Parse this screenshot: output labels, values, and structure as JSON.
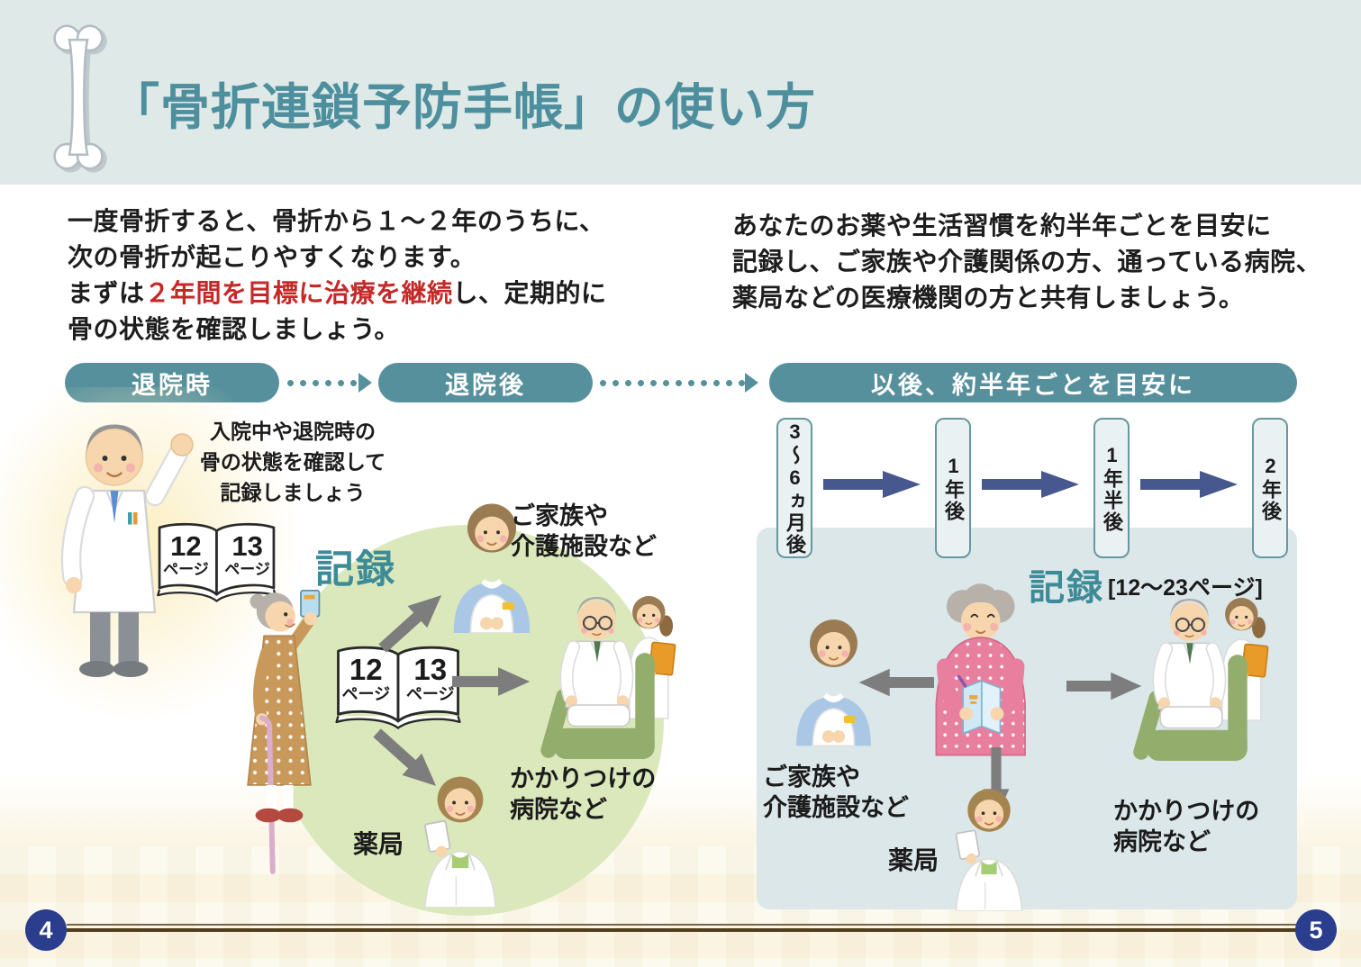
{
  "header": {
    "title": "「骨折連鎖予防手帳」の使い方"
  },
  "intro": {
    "left": {
      "line1": "一度骨折すると、骨折から１〜２年のうちに、",
      "line2": "次の骨折が起こりやすくなります。",
      "line3_pre": "まずは",
      "line3_em": "２年間を目標に治療を継続",
      "line3_post": "し、定期的に",
      "line4": "骨の状態を確認しましょう。"
    },
    "right": {
      "line1": "あなたのお薬や生活習慣を約半年ごとを目安に",
      "line2": "記録し、ご家族や介護関係の方、通っている病院、",
      "line3": "薬局などの医療機関の方と共有しましょう。"
    }
  },
  "flow": {
    "stage1": "退院時",
    "stage2": "退院後",
    "stage3": "以後、約半年ごとを目安に"
  },
  "left_scene": {
    "doctor_note": "入院中や退院時の\n骨の状態を確認して\n記録しましょう",
    "record_label": "記録",
    "book1": {
      "left_num": "12",
      "left_unit": "ページ",
      "right_num": "13",
      "right_unit": "ページ"
    },
    "book2": {
      "left_num": "12",
      "left_unit": "ページ",
      "right_num": "13",
      "right_unit": "ページ"
    },
    "family_label": "ご家族や\n介護施設など",
    "hospital_label": "かかりつけの\n病院など",
    "pharmacy_label": "薬局"
  },
  "timeline": {
    "steps": [
      "3〜6ヵ月後",
      "1年後",
      "1年半後",
      "2年後"
    ]
  },
  "right_scene": {
    "record_label": "記録",
    "record_pages": "[12〜23ページ]",
    "family_label": "ご家族や\n介護施設など",
    "hospital_label": "かかりつけの\n病院など",
    "pharmacy_label": "薬局"
  },
  "footer": {
    "left_page": "4",
    "right_page": "5"
  },
  "colors": {
    "teal": "#56909d",
    "accent_red": "#c62828",
    "arrow_blue": "#47588f",
    "page_circle_blue": "#2b3e8e"
  }
}
